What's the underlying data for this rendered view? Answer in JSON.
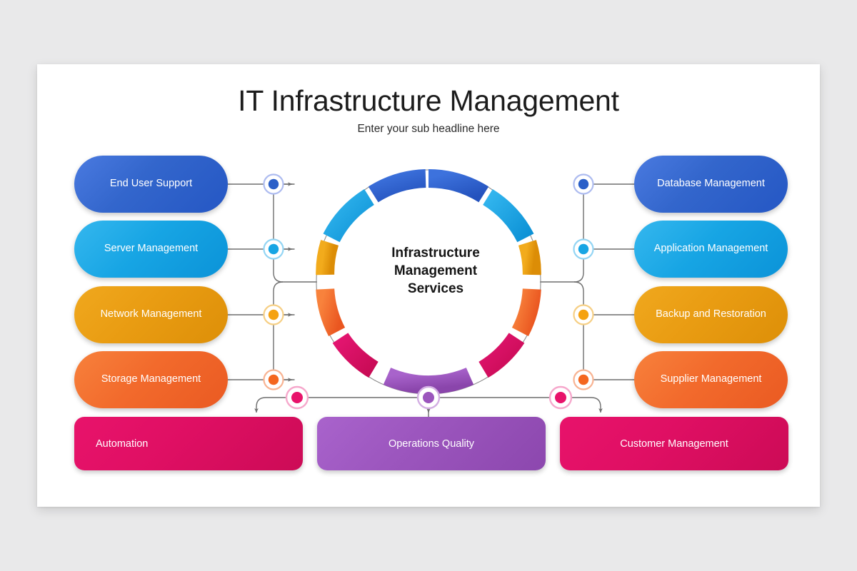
{
  "slide": {
    "title": "IT Infrastructure Management",
    "subtitle": "Enter your sub headline here",
    "background_color": "#e9e9ea",
    "card_color": "#ffffff"
  },
  "center": {
    "line1": "Infrastructure",
    "line2": "Management",
    "line3": "Services"
  },
  "left_items": [
    {
      "label": "End User Support",
      "color": "#3366cc",
      "theme": "darkblue"
    },
    {
      "label": "Server Management",
      "color": "#17a5e4",
      "theme": "lightblue"
    },
    {
      "label": "Network Management",
      "color": "#e99c12",
      "theme": "amber"
    },
    {
      "label": "Storage Management",
      "color": "#f26a2c",
      "theme": "orange"
    }
  ],
  "right_items": [
    {
      "label": "Database Management",
      "color": "#3366cc",
      "theme": "darkblue"
    },
    {
      "label": "Application Management",
      "color": "#17a5e4",
      "theme": "lightblue"
    },
    {
      "label": "Backup and Restoration",
      "color": "#e99c12",
      "theme": "amber"
    },
    {
      "label": "Supplier Management",
      "color": "#f26a2c",
      "theme": "orange"
    }
  ],
  "bottom_items": [
    {
      "label": "Automation",
      "color": "#df0f63",
      "theme": "crimson"
    },
    {
      "label": "Operations Quality",
      "color": "#9b55bd",
      "theme": "purple"
    },
    {
      "label": "Customer Management",
      "color": "#df0f63",
      "theme": "crimson"
    }
  ],
  "chart_data": {
    "type": "pie",
    "title": "Infrastructure Management Services",
    "subtype": "donut",
    "segment_count": 11,
    "legend_position": "sides",
    "categories": [
      "End User Support",
      "Database Management",
      "Application Management",
      "Backup and Restoration",
      "Supplier Management",
      "Customer Management",
      "Operations Quality",
      "Automation",
      "Storage Management",
      "Network Management",
      "Server Management"
    ],
    "values": [
      9.09,
      9.09,
      9.09,
      9.09,
      9.09,
      9.09,
      9.09,
      9.09,
      9.09,
      9.09,
      9.09
    ],
    "colors": [
      "#2a5fc8",
      "#2a5fc8",
      "#17a5e4",
      "#17a5e4",
      "#e99c12",
      "#e99c12",
      "#f05a28",
      "#f05a28",
      "#d4156b",
      "#9b55bd",
      "#d4156b"
    ]
  },
  "nodes": {
    "left": [
      "#2a5fc8",
      "#17a5e4",
      "#f5a211",
      "#f4671f"
    ],
    "right": [
      "#2a5fc8",
      "#17a5e4",
      "#f5a211",
      "#f4671f"
    ],
    "bottom": [
      "#e8136b",
      "#9b55bd",
      "#e8136b"
    ]
  }
}
